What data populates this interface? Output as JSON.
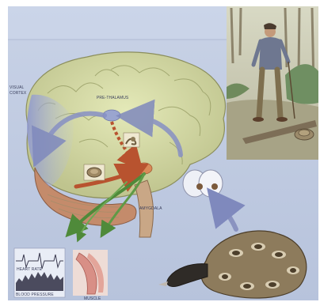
{
  "labels": {
    "visual_cortex_line1": "VISUAL",
    "visual_cortex_line2": "CORTEX",
    "thalamus": "PRE-THALAMUS",
    "amygdala": "AMYGDALA",
    "heart_rate": "HEART RATE",
    "blood_pressure": "BLOOD PRESSURE",
    "muscle": "MUSCLE"
  },
  "colors": {
    "background": "#b9c6de",
    "brain": "#d9dfa9",
    "cerebellum": "#c58e6e",
    "visual_pathway": "#8a93c0",
    "fear_pathway": "#c05a37",
    "response_pathway": "#5f9a46"
  }
}
